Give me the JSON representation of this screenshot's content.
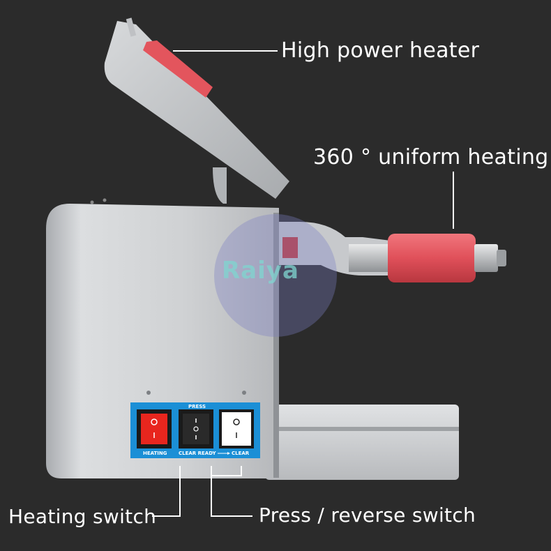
{
  "callouts": {
    "heater": "High power heater",
    "uniform": "360 ° uniform heating",
    "heating_switch": "Heating switch",
    "press_switch": "Press / reverse switch"
  },
  "panel": {
    "press": "PRESS",
    "heating": "HEATING",
    "clear_ready": "CLEAR READY",
    "clear": "CLEAR"
  },
  "watermark": "Raiya",
  "colors": {
    "background": "#2b2b2b",
    "steel": "#c9cbce",
    "panel_blue": "#1b8fd6",
    "heater_red": "#e0505a",
    "switch_red": "#e8261e"
  }
}
